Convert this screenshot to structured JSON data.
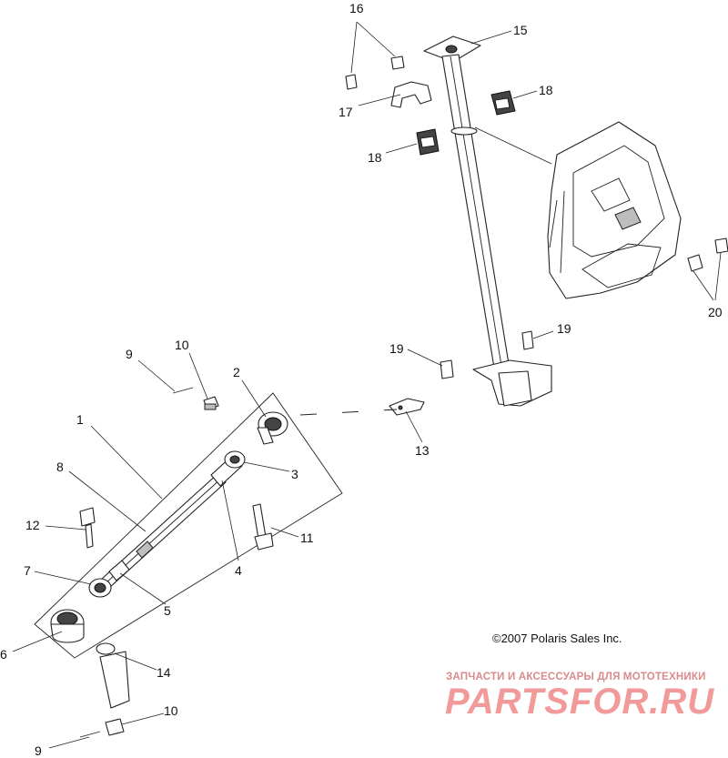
{
  "callouts": [
    {
      "id": "1",
      "label": "1"
    },
    {
      "id": "2",
      "label": "2"
    },
    {
      "id": "3",
      "label": "3"
    },
    {
      "id": "4",
      "label": "4"
    },
    {
      "id": "5",
      "label": "5"
    },
    {
      "id": "6",
      "label": "6"
    },
    {
      "id": "7",
      "label": "7"
    },
    {
      "id": "8",
      "label": "8"
    },
    {
      "id": "9a",
      "label": "9"
    },
    {
      "id": "9b",
      "label": "9"
    },
    {
      "id": "10a",
      "label": "10"
    },
    {
      "id": "10b",
      "label": "10"
    },
    {
      "id": "11",
      "label": "11"
    },
    {
      "id": "12",
      "label": "12"
    },
    {
      "id": "13",
      "label": "13"
    },
    {
      "id": "14",
      "label": "14"
    },
    {
      "id": "15",
      "label": "15"
    },
    {
      "id": "16",
      "label": "16"
    },
    {
      "id": "17",
      "label": "17"
    },
    {
      "id": "18a",
      "label": "18"
    },
    {
      "id": "18b",
      "label": "18"
    },
    {
      "id": "19a",
      "label": "19"
    },
    {
      "id": "19b",
      "label": "19"
    },
    {
      "id": "20",
      "label": "20"
    }
  ],
  "copyright": "©2007 Polaris Sales Inc.",
  "watermark": {
    "tagline": "ЗАПЧАСТИ И АКСЕССУАРЫ ДЛЯ МОТОТЕХНИКИ",
    "logo": "PARTSFOR.RU"
  }
}
